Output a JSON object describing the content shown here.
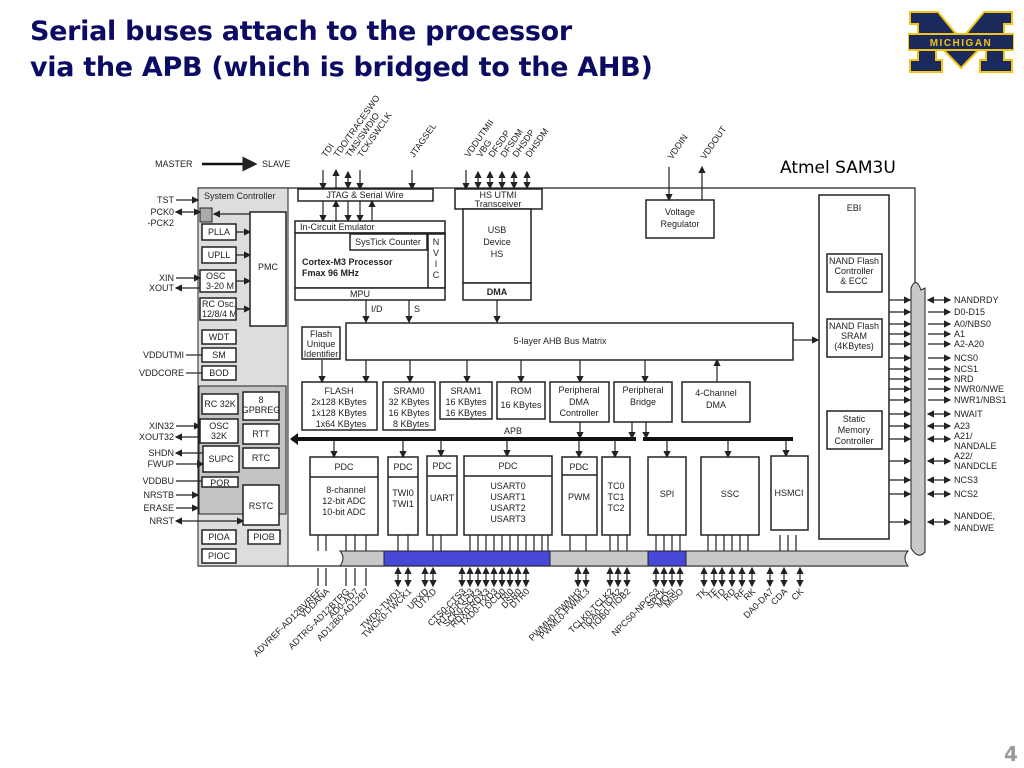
{
  "slide": {
    "title_line1": "Serial buses attach to the processor",
    "title_line2": "via the APB (which is bridged to the AHB)",
    "chip_label": "Atmel SAM3U",
    "page_number": "4",
    "logo_text": "MICHIGAN",
    "colors": {
      "title": "#0b0b63",
      "logo_blue": "#1a2a5c",
      "logo_maize": "#f2c318",
      "highlight_bus": "#4848d8",
      "io_bar": "#c8c8c8"
    }
  },
  "diagram": {
    "legend": {
      "master": "MASTER",
      "slave": "SLAVE"
    },
    "top_pins": {
      "jtag": [
        "TDI",
        "TDO/TRACESWO",
        "TMS/SWDIO",
        "TCK/SWCLK"
      ],
      "jtagsel": "JTAGSEL",
      "usb": [
        "VDDUTMII",
        "VBG",
        "DFSDP",
        "DFSDM",
        "DHSDP",
        "DHSDM"
      ],
      "vreg": [
        "VDDIN",
        "VDDOUT"
      ]
    },
    "left_pins": {
      "tst": "TST",
      "pck0": "PCK0",
      "pck2": "-PCK2",
      "xin": "XIN",
      "xout": "XOUT",
      "vddutmi": "VDDUTMI",
      "vddcore": "VDDCORE",
      "xin32": "XIN32",
      "xout32": "XOUT32",
      "shdn": "SHDN",
      "fwup": "FWUP",
      "vddbu": "VDDBU",
      "nrstb": "NRSTB",
      "erase": "ERASE",
      "nrst": "NRST"
    },
    "system_controller": {
      "title": "System Controller",
      "plla": "PLLA",
      "upll": "UPLL",
      "osc1": "OSC",
      "osc2": "3-20 M",
      "rcosc1": "RC Osc.",
      "rcosc2": "12/8/4 M",
      "pmc": "PMC",
      "wdt": "WDT",
      "sm": "SM",
      "bod": "BOD",
      "rc32k": "RC 32K",
      "gpbreg1": "8",
      "gpbreg2": "GPBREG",
      "osc32k1": "OSC",
      "osc32k2": "32K",
      "rtt": "RTT",
      "supc": "SUPC",
      "rtc": "RTC",
      "por": "POR",
      "rstc": "RSTC",
      "pioa": "PIOA",
      "piob": "PIOB",
      "pioc": "PIOC"
    },
    "core": {
      "jtag_sw": "JTAG & Serial Wire",
      "ice": "In-Circuit Emulator",
      "systick": "SysTick Counter",
      "cpu1": "Cortex-M3 Processor",
      "cpu2": "Fmax 96 MHz",
      "nvic": [
        "N",
        "V",
        "I",
        "C"
      ],
      "mpu": "MPU",
      "id": "I/D",
      "s": "S",
      "hs_utmi1": "HS UTMI",
      "hs_utmi2": "Transceiver",
      "usb": [
        "USB",
        "Device",
        "HS"
      ],
      "dma": "DMA",
      "vreg1": "Voltage",
      "vreg2": "Regulator",
      "flash_uid": [
        "Flash",
        "Unique",
        "Identifier"
      ],
      "ahb": "5-layer AHB Bus Matrix"
    },
    "memories": [
      {
        "name": "FLASH",
        "lines": [
          "2x128 KBytes",
          "1x128 KBytes",
          "1x64 KBytes"
        ]
      },
      {
        "name": "SRAM0",
        "lines": [
          "32 KBytes",
          "16 KBytes",
          "8 KBytes"
        ]
      },
      {
        "name": "SRAM1",
        "lines": [
          "16 KBytes",
          "16 KBytes"
        ]
      },
      {
        "name": "ROM",
        "lines": [
          "16 KBytes"
        ]
      }
    ],
    "ahb_periph": {
      "pdma": [
        "Peripheral",
        "DMA",
        "Controller"
      ],
      "bridge": [
        "Peripheral",
        "Bridge"
      ],
      "dma4": [
        "4-Channel",
        "DMA"
      ],
      "apb": "APB"
    },
    "apb_periph": {
      "pdc": "PDC",
      "adc": [
        "8-channel",
        "12-bit ADC",
        "10-bit ADC"
      ],
      "twi": [
        "TWI0",
        "TWI1"
      ],
      "uart": "UART",
      "usart": [
        "USART0",
        "USART1",
        "USART2",
        "USART3"
      ],
      "pwm": "PWM",
      "tc": [
        "TC0",
        "TC1",
        "TC2"
      ],
      "spi": "SPI",
      "ssc": "SSC",
      "hsmci": "HSMCI"
    },
    "ebi": {
      "title": "EBI",
      "nand_ctrl": [
        "NAND Flash",
        "Controller",
        "& ECC"
      ],
      "nand_sram": [
        "NAND Flash",
        "SRAM",
        "(4KBytes)"
      ],
      "smc": [
        "Static",
        "Memory",
        "Controller"
      ]
    },
    "right_pins": [
      "NANDRDY",
      "D0-D15",
      "A0/NBS0",
      "A1",
      "A2-A20",
      "NCS0",
      "NCS1",
      "NRD",
      "NWR0/NWE",
      "NWR1/NBS1",
      "NWAIT",
      "A23",
      "A21/",
      "NANDALE",
      "A22/",
      "NANDCLE",
      "NCS3",
      "NCS2",
      "NANDOE,",
      "NANDWE"
    ],
    "bottom_pins": [
      "ADVREF-AD12BVREF",
      "VDDANA",
      "ADTRG-AD12BTRG",
      "AD0-AD7",
      "AD12B0-AD12B7",
      "TWD0-TWD1",
      "TWCK0-TWCK1",
      "URXD",
      "UTXD",
      "CTS0-CTS3",
      "RTS0-RTS3",
      "SCK0-SCK3",
      "RDX0-RDX3",
      "TXD0-TXD3",
      "DCD0",
      "RI0",
      "DSR0",
      "DTR0",
      "PWMH0-PWMH3",
      "PWML0-PWML3",
      "TCLK0-TCLK2",
      "TIOA0-TIOA2",
      "TIOB0-TIOB2",
      "NPCS0-NPCS3",
      "SPCK",
      "MOSI",
      "MISO",
      "TK",
      "TF",
      "TD",
      "RD",
      "RF",
      "RK",
      "DA0-DA7",
      "CDA",
      "CK"
    ]
  }
}
